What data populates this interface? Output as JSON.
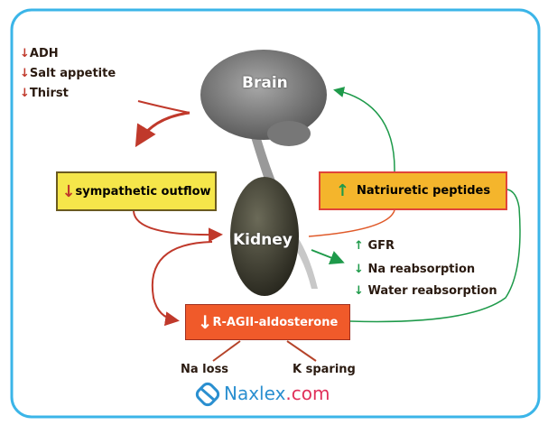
{
  "organs": {
    "brain": "Brain",
    "kidney": "Kidney"
  },
  "brain_effects": [
    {
      "direction": "down",
      "label": "ADH"
    },
    {
      "direction": "down",
      "label": "Salt appetite"
    },
    {
      "direction": "down",
      "label": "Thirst"
    }
  ],
  "boxes": {
    "sympathetic": {
      "direction": "down",
      "label": "sympathetic outflow"
    },
    "natriuretic": {
      "direction": "up",
      "label": "Natriuretic peptides"
    },
    "raas": {
      "direction": "down",
      "label": "R-AGII-aldosterone"
    }
  },
  "kidney_effects": [
    {
      "direction": "up",
      "label": "GFR"
    },
    {
      "direction": "down",
      "label": "Na reabsorption"
    },
    {
      "direction": "down",
      "label": "Water reabsorption"
    }
  ],
  "raas_effects": [
    "Na loss",
    "K sparing"
  ],
  "watermark": {
    "name": "Naxlex",
    "tld": ".com"
  },
  "colors": {
    "border": "#3bb5e8",
    "red_arrow": "#c0392b",
    "green_arrow": "#1e9a4a",
    "yellow_box": "#f5e64a",
    "orange_box": "#f4b52c",
    "raas_box": "#f05a2a"
  }
}
